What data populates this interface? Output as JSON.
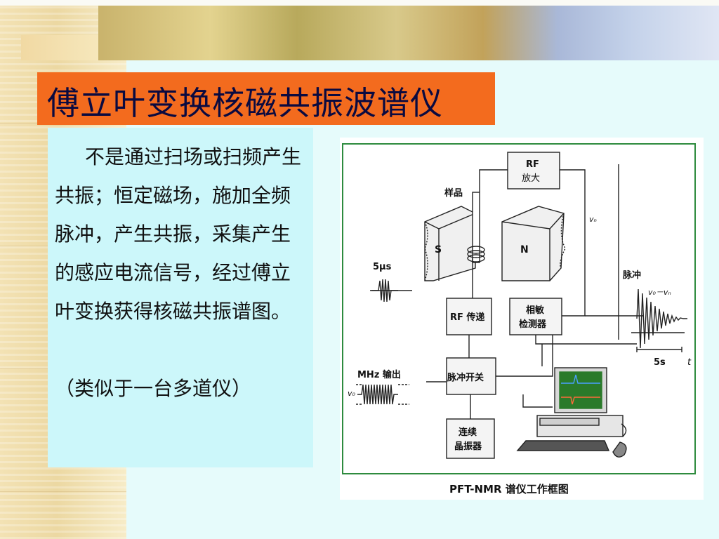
{
  "slide": {
    "title": "傅立叶变换核磁共振波谱仪",
    "paragraph": "不是通过扫场或扫频产生共振；恒定磁场，施加全频脉冲，产生共振，采集产生的感应电流信号，经过傅立叶变换获得核磁共振谱图。",
    "note": "（类似于一台多道仪）"
  },
  "diagram": {
    "caption": "PFT-NMR 谱仪工作框图",
    "blocks": {
      "rf_amp_line1": "RF",
      "rf_amp_line2": "放大",
      "rf_transmit": "RF 传递",
      "phase_detect_line1": "相敏",
      "phase_detect_line2": "检测器",
      "pulse_switch": "脉冲开关",
      "oscillator_line1": "连续",
      "oscillator_line2": "晶振器"
    },
    "labels": {
      "sample": "样品",
      "magnet_s": "S",
      "magnet_n": "N",
      "pulse_width": "5μs",
      "mhz_output": "MHz 输出",
      "v0": "v₀",
      "vn": "vₙ",
      "pulse": "脉冲",
      "freq_diff": "v₀－vₙ",
      "time_5s": "5s",
      "t_axis": "t"
    },
    "colors": {
      "frame": "#2e8b3e",
      "monitor_screen": "#2a7a2a"
    }
  }
}
